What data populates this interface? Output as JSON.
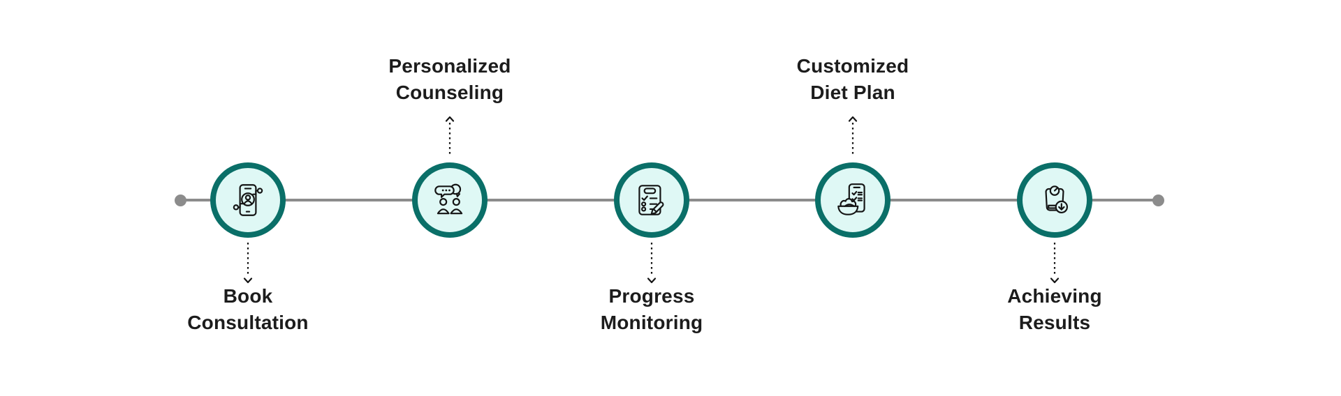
{
  "colors": {
    "circle_border": "#0a6f68",
    "circle_fill": "#dff8f5",
    "line": "#8c8c8c",
    "endpoint_dot": "#8c8c8c",
    "text": "#1c1c1c",
    "arrow": "#141414",
    "icon_stroke": "#141414",
    "bg": "#ffffff"
  },
  "timeline": {
    "steps": [
      {
        "label": "Book Consultation",
        "line1": "Book",
        "line2": "Consultation",
        "label_position": "below",
        "icon": "phone-consultation-icon"
      },
      {
        "label": "Personalized Counseling",
        "line1": "Personalized",
        "line2": "Counseling",
        "label_position": "above",
        "icon": "counseling-people-icon"
      },
      {
        "label": "Progress Monitoring",
        "line1": "Progress",
        "line2": "Monitoring",
        "label_position": "below",
        "icon": "checklist-pencil-icon"
      },
      {
        "label": "Customized Diet Plan",
        "line1": "Customized",
        "line2": "Diet Plan",
        "label_position": "above",
        "icon": "diet-plan-phone-icon"
      },
      {
        "label": "Achieving Results",
        "line1": "Achieving",
        "line2": "Results",
        "label_position": "below",
        "icon": "weight-scale-arrow-icon"
      }
    ]
  }
}
